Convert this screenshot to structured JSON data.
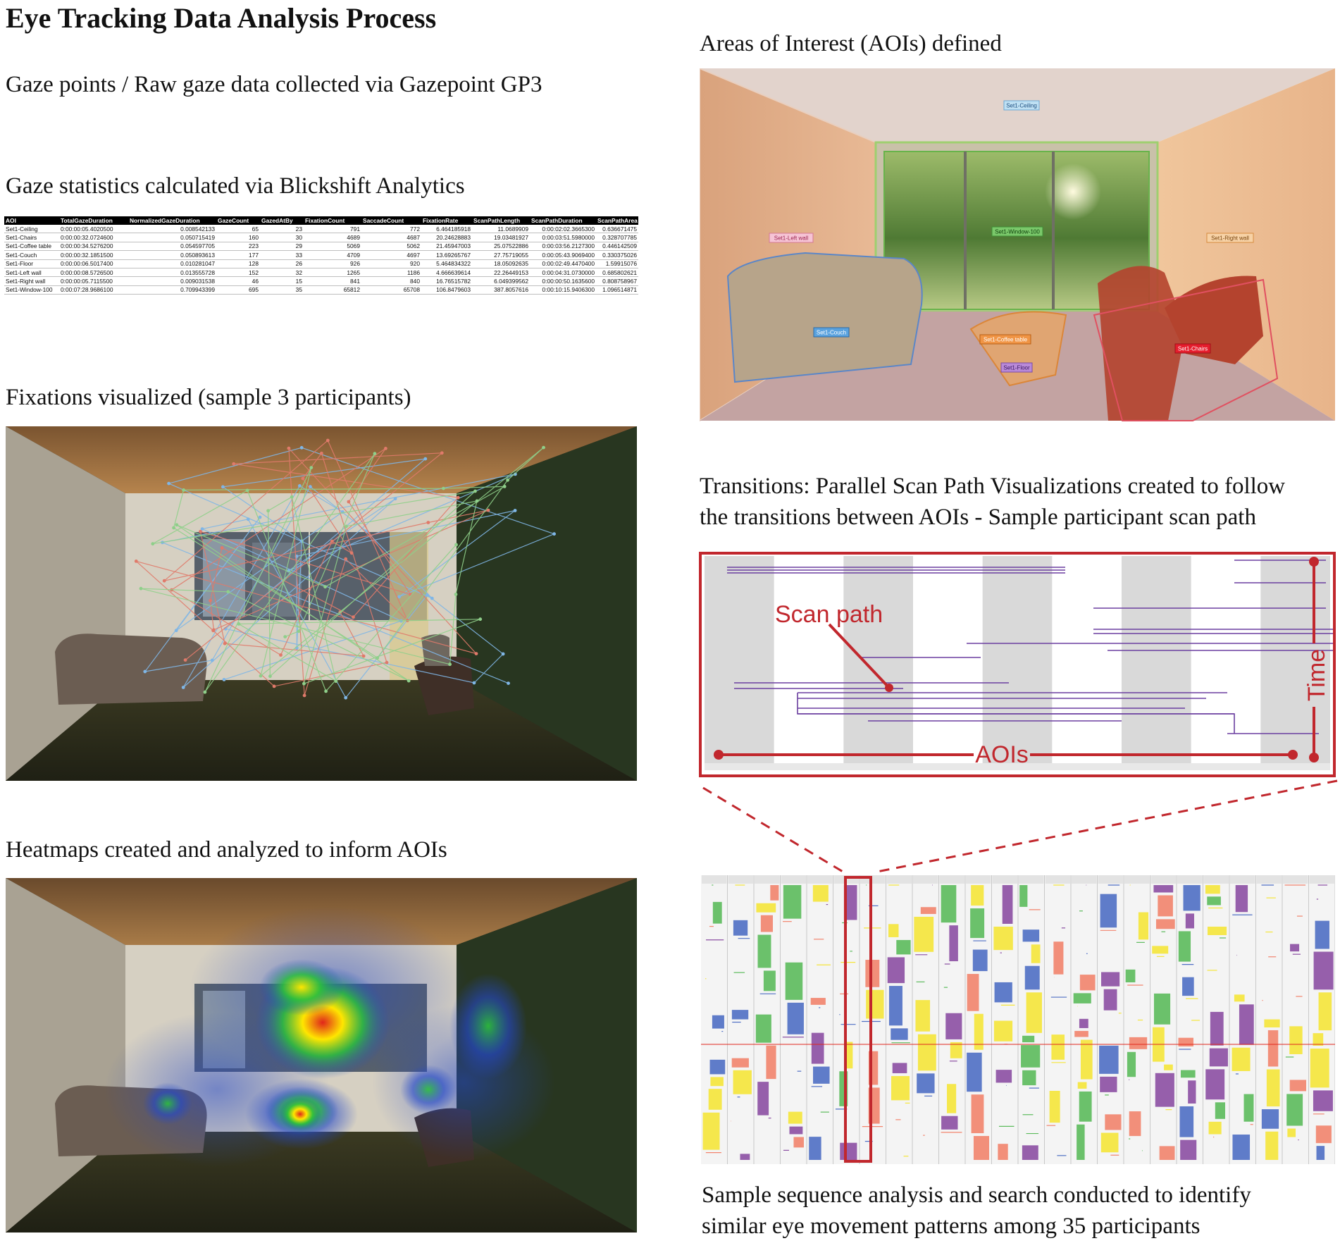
{
  "title": "Eye Tracking Data Analysis Process",
  "captions": {
    "gaze_points": "Gaze points / Raw gaze data collected via Gazepoint GP3",
    "gaze_stats": "Gaze statistics calculated via Blickshift Analytics",
    "fixations": "Fixations visualized (sample 3 participants)",
    "heatmaps": "Heatmaps created and analyzed to inform AOIs",
    "aois_defined": "Areas of Interest (AOIs) defined",
    "transitions_line1": "Transitions: Parallel Scan Path Visualizations created to follow",
    "transitions_line2": "the transitions between AOIs - Sample participant scan path",
    "sequence_line1": "Sample sequence analysis and search conducted to identify",
    "sequence_line2": "similar eye movement patterns among 35 participants"
  },
  "stats_table": {
    "columns": [
      "AOI",
      "TotalGazeDuration",
      "NormalizedGazeDuration",
      "GazeCount",
      "GazedAtBy",
      "FixationCount",
      "SaccadeCount",
      "FixationRate",
      "ScanPathLength",
      "ScanPathDuration",
      "ScanPathArea"
    ],
    "rows": [
      [
        "Set1-Ceiling",
        "0:00:00:05.4020500",
        "0.008542133",
        "65",
        "23",
        "791",
        "772",
        "6.464185918",
        "11.0689909",
        "0:00:02:02.3665300",
        "0.636671475"
      ],
      [
        "Set1-Chairs",
        "0:00:00:32.0724600",
        "0.050715419",
        "160",
        "30",
        "4689",
        "4687",
        "20.24628883",
        "19.03481927",
        "0:00:03:51.5980000",
        "0.328707785"
      ],
      [
        "Set1-Coffee table",
        "0:00:00:34.5276200",
        "0.054597705",
        "223",
        "29",
        "5069",
        "5062",
        "21.45947003",
        "25.07522886",
        "0:00:03:56.2127300",
        "0.446142509"
      ],
      [
        "Set1-Couch",
        "0:00:00:32.1851500",
        "0.050893613",
        "177",
        "33",
        "4709",
        "4697",
        "13.69265767",
        "27.75719055",
        "0:00:05:43.9069400",
        "0.330375026"
      ],
      [
        "Set1-Floor",
        "0:00:00:06.5017400",
        "0.010281047",
        "128",
        "26",
        "926",
        "920",
        "5.464834322",
        "18.05092635",
        "0:00:02:49.4470400",
        "1.59915076"
      ],
      [
        "Set1-Left wall",
        "0:00:00:08.5726500",
        "0.013555728",
        "152",
        "32",
        "1265",
        "1186",
        "4.666639614",
        "22.26449153",
        "0:00:04:31.0730000",
        "0.685802621"
      ],
      [
        "Set1-Right wall",
        "0:00:00:05.7115500",
        "0.009031538",
        "46",
        "15",
        "841",
        "840",
        "16.76515782",
        "6.049399562",
        "0:00:00:50.1635600",
        "0.808758967"
      ],
      [
        "Set1-Window-100",
        "0:00:07:28.9686100",
        "0.709943399",
        "695",
        "35",
        "65812",
        "65708",
        "106.8479603",
        "387.8057616",
        "0:00:10:15.9406300",
        "1.096514871"
      ]
    ]
  },
  "aoi_labels": {
    "ceiling": "Set1-Ceiling",
    "left_wall": "Set1-Left wall",
    "window": "Set1-Window-100",
    "right_wall": "Set1-Right wall",
    "couch": "Set1-Couch",
    "coffee_table": "Set1-Coffee table",
    "chairs": "Set1-Chairs",
    "floor": "Set1-Floor"
  },
  "scanpath_labels": {
    "scan_path": "Scan path",
    "time": "Time",
    "aois": "AOIs"
  },
  "colors": {
    "accent_red": "#c1272d",
    "stripe_gray": "#d9d9d9",
    "path_purple": "#6b3fa0",
    "heat_red": "#e0261b",
    "heat_yellow": "#ffe600",
    "heat_green": "#2cc03c",
    "heat_blue": "#2448c8"
  }
}
